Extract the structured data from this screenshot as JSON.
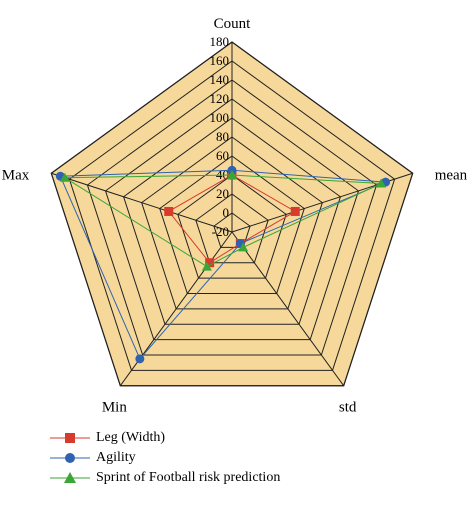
{
  "chart_data": {
    "type": "radar",
    "axes": [
      "Count",
      "mean",
      "std",
      "Min",
      "Max"
    ],
    "rlim": [
      -20,
      180
    ],
    "ticks": [
      -20,
      0,
      20,
      40,
      60,
      80,
      100,
      120,
      140,
      160,
      180
    ],
    "grid": true,
    "legend_position": "bottom-left",
    "series": [
      {
        "name": "Leg (Width)",
        "values": [
          40,
          50,
          -5,
          20,
          50
        ],
        "color": "#d63b2e",
        "marker": "square"
      },
      {
        "name": "Agility",
        "values": [
          45,
          150,
          -5,
          145,
          170
        ],
        "color": "#2f63b0",
        "marker": "circle"
      },
      {
        "name": "Sprint of Football risk prediction",
        "values": [
          40,
          145,
          0,
          25,
          165
        ],
        "color": "#3aa635",
        "marker": "triangle"
      }
    ],
    "colors": {
      "panel": "#f6d99a",
      "grid": "#222222"
    }
  }
}
